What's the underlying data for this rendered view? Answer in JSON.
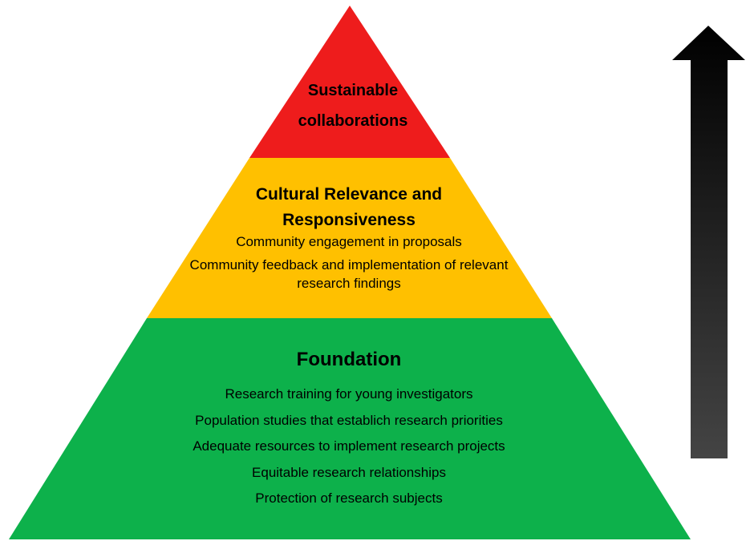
{
  "diagram": {
    "top_tier": {
      "title": "Sustainable collaborations",
      "color": "#ee1c1c"
    },
    "middle_tier": {
      "title": "Cultural Relevance and Responsiveness",
      "items": [
        "Community engagement in proposals",
        "Community feedback and implementation of relevant research findings"
      ],
      "color": "#ffc000"
    },
    "bottom_tier": {
      "title": "Foundation",
      "items": [
        "Research training for young investigators",
        "Population studies that establich research priorities",
        "Adequate resources to  implement research projects",
        "Equitable research relationships",
        "Protection of research subjects"
      ],
      "color": "#0db14b"
    },
    "arrow": {
      "direction": "up",
      "gradient": [
        "#000000",
        "#444444"
      ]
    }
  }
}
